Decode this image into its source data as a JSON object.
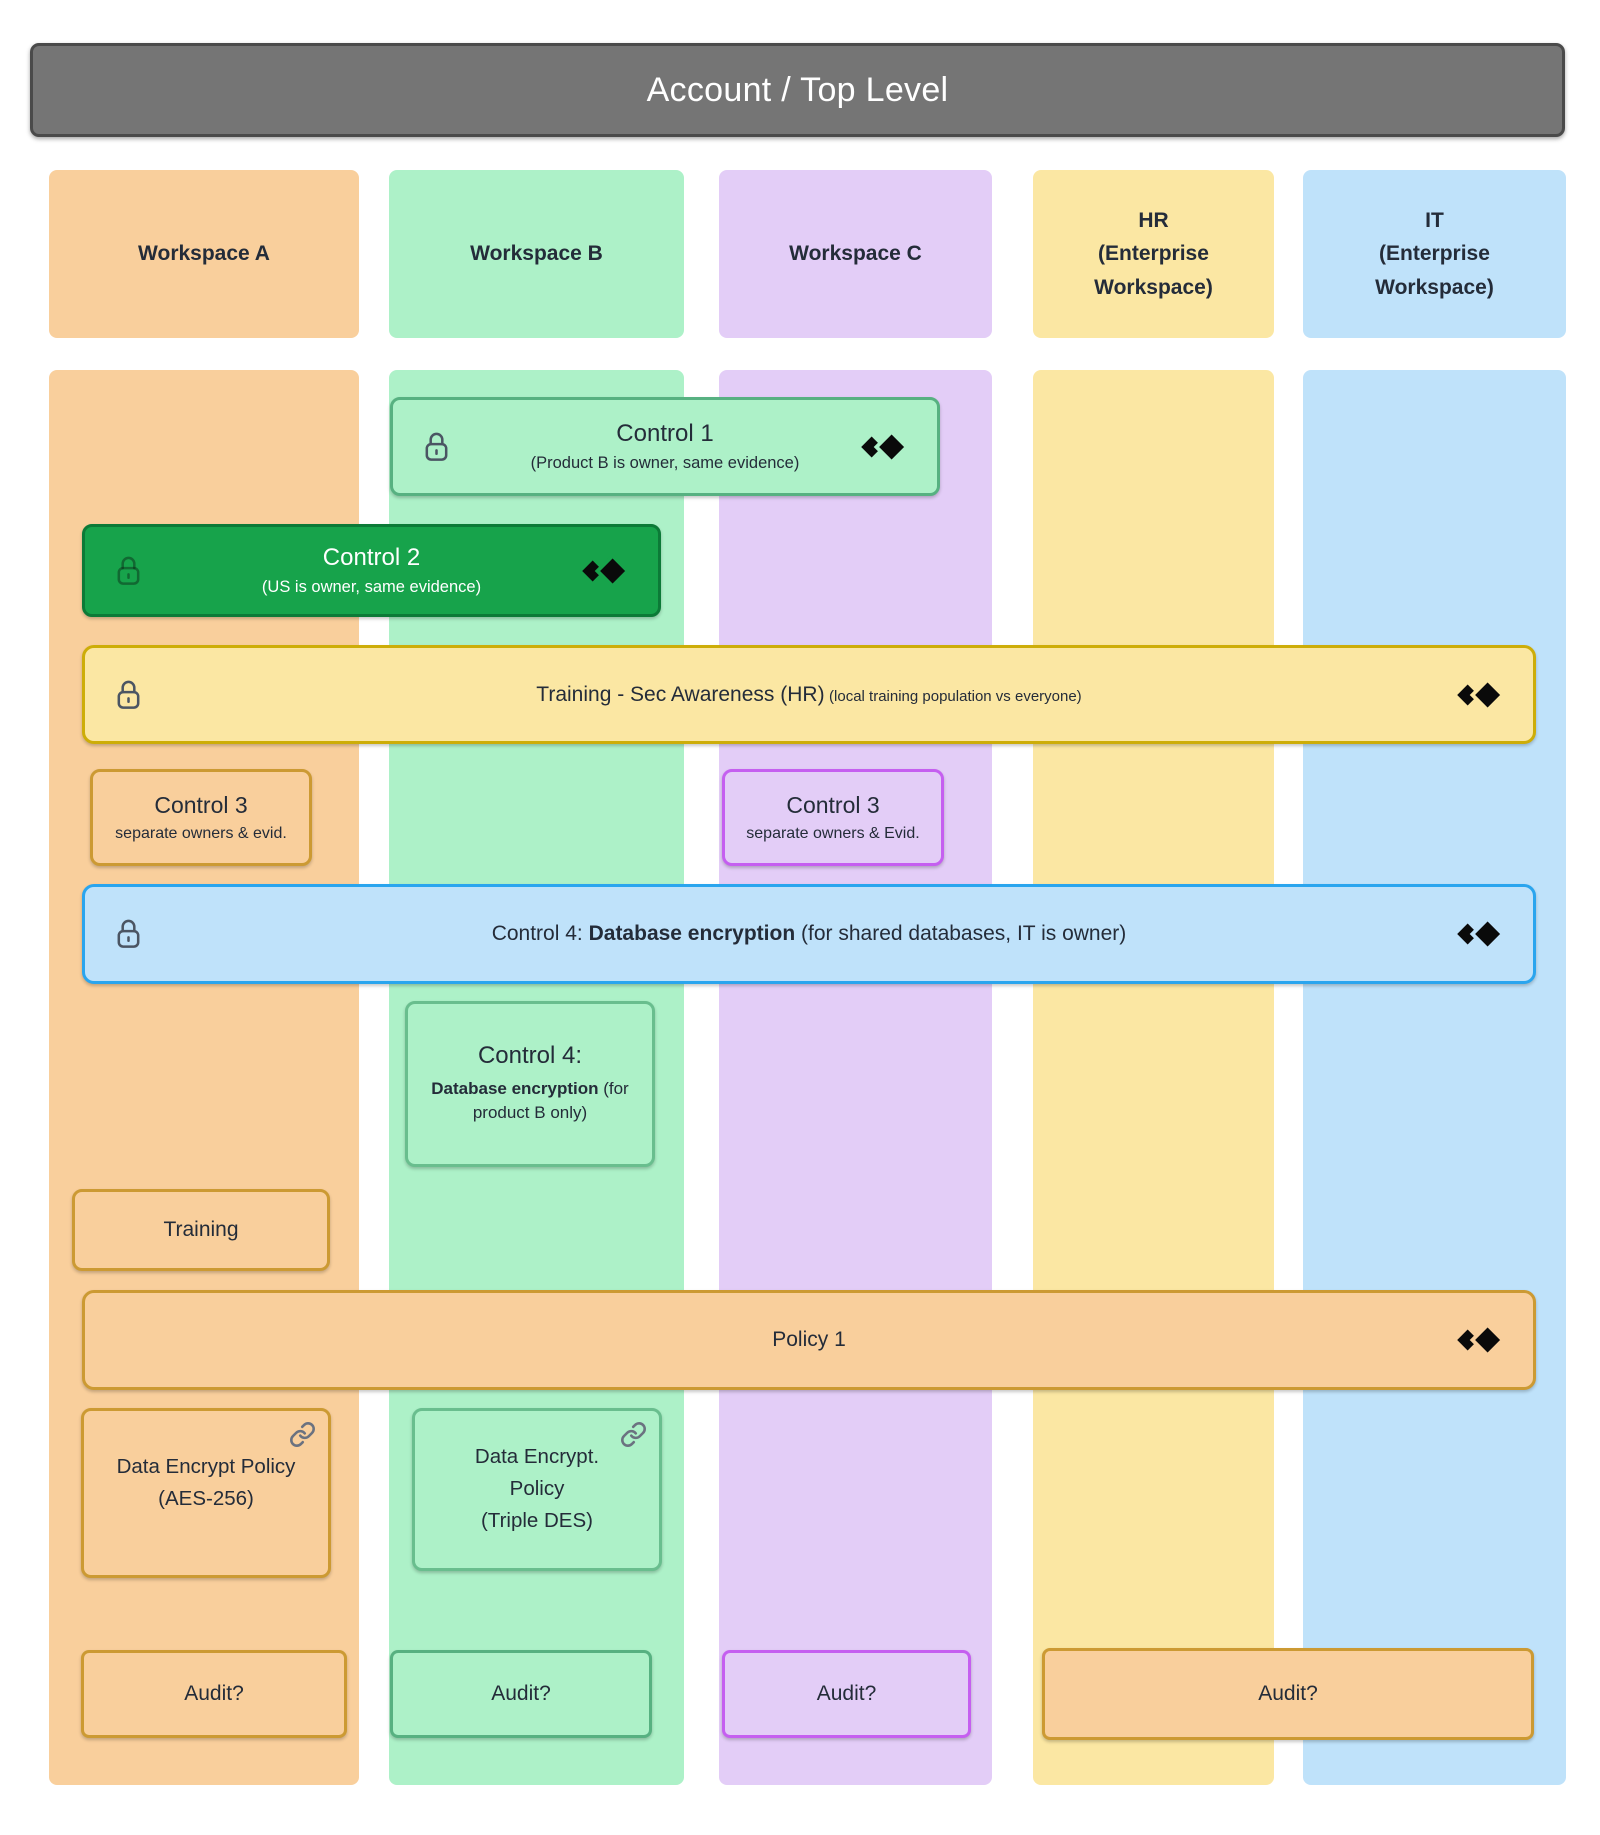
{
  "header": {
    "title": "Account / Top Level"
  },
  "workspaces": [
    {
      "name": "Workspace A",
      "color": "#F9CF9C"
    },
    {
      "name": "Workspace B",
      "color": "#ADF1C8"
    },
    {
      "name": "Workspace C",
      "color": "#E3CDF7"
    },
    {
      "name": "HR\n(Enterprise\nWorkspace)",
      "color": "#FBE7A3"
    },
    {
      "name": "IT\n(Enterprise\nWorkspace)",
      "color": "#BFE2FA"
    }
  ],
  "controls": {
    "control1": {
      "title": "Control 1",
      "subtitle": "(Product B is owner, same evidence)"
    },
    "control2": {
      "title": "Control 2",
      "subtitle": "(US is owner, same evidence)"
    },
    "training_shared": {
      "title": "Training - Sec Awareness (HR)",
      "note": "(local training population vs everyone)"
    },
    "control3_a": {
      "title": "Control 3",
      "subtitle": "separate owners & evid."
    },
    "control3_c": {
      "title": "Control 3",
      "subtitle": "separate owners & Evid."
    },
    "control4_shared": {
      "prefix": "Control 4: ",
      "bold": "Database encryption",
      "suffix": " (for shared databases, IT is owner)"
    },
    "control4_b": {
      "title": "Control 4:",
      "body_bold": "Database encryption",
      "body_rest": " (for product B only)"
    },
    "training_a": {
      "title": "Training"
    },
    "policy1": {
      "title": "Policy 1"
    },
    "data_policy_a": {
      "title": "Data Encrypt Policy\n(AES-256)"
    },
    "data_policy_b": {
      "title": "Data Encrypt.\nPolicy\n(Triple DES)"
    },
    "audit_a": {
      "title": "Audit?"
    },
    "audit_b": {
      "title": "Audit?"
    },
    "audit_c": {
      "title": "Audit?"
    },
    "audit_hr_it": {
      "title": "Audit?"
    }
  },
  "icons": {
    "lock": "lock-icon",
    "shared_evidence": "double-diamond-icon",
    "link": "link-icon"
  },
  "colors": {
    "top_bar_bg": "#757575",
    "top_bar_border": "#4A4A4A",
    "workspace_a": "#F9CF9C",
    "workspace_b": "#ADF1C8",
    "workspace_c": "#E3CDF7",
    "workspace_hr": "#FBE7A3",
    "workspace_it": "#BFE2FA",
    "control2_bg": "#17A34B",
    "control2_border": "#0C7A37",
    "amber_border": "#CC9A33",
    "green_border": "#57B181",
    "gold_border": "#CDAD08",
    "blue_border": "#2AA5EE",
    "purple_border": "#C55FF0",
    "icon_gray": "#4B5563",
    "diamond_black": "#0A0A0A",
    "text_dark": "#242C39"
  }
}
